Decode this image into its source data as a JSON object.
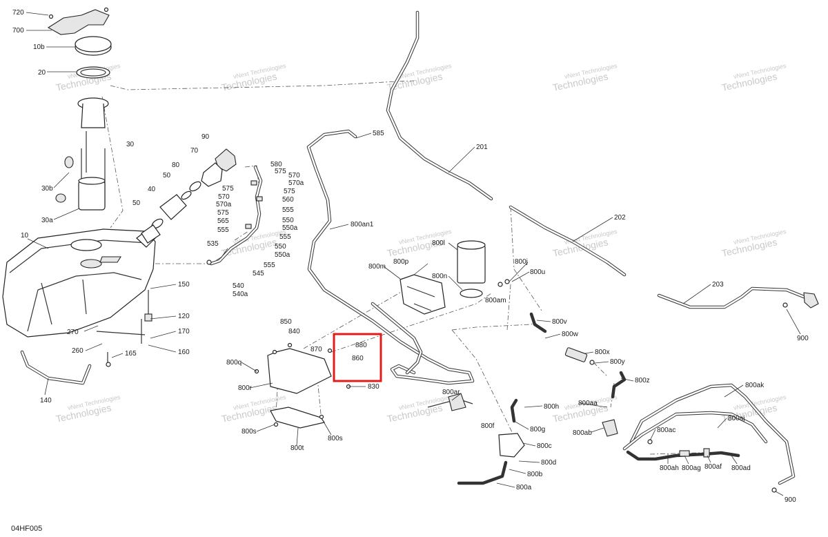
{
  "diagram_code": "04HF005",
  "highlight_color": "#e01b1b",
  "watermark": {
    "line1": "vNext",
    "line2": "Technologies",
    "line3": "vNext Technologies"
  },
  "callouts": {
    "c720": "720",
    "c700": "700",
    "c10b": "10b",
    "c20": "20",
    "c30": "30",
    "c30b": "30b",
    "c30a": "30a",
    "c10": "10",
    "c90": "90",
    "c70": "70",
    "c80": "80",
    "c50a": "50",
    "c40": "40",
    "c50b": "50",
    "c580": "580",
    "c575a": "575",
    "c570a": "570",
    "c570ab": "570a",
    "c575b": "575",
    "c575c": "575",
    "c570b": "570",
    "c570bb": "570a",
    "c560": "560",
    "c555a": "555",
    "c575d": "575",
    "c550": "550",
    "c565": "565",
    "c550a": "550a",
    "c555b": "555",
    "c555c": "555",
    "c535": "535",
    "c550b": "550",
    "c550ab": "550a",
    "c555d": "555",
    "c545": "545",
    "c540": "540",
    "c540a": "540a",
    "c585": "585",
    "c800an1": "800an1",
    "c201": "201",
    "c202": "202",
    "c203": "203",
    "c900a": "900",
    "c150": "150",
    "c120": "120",
    "c270": "270",
    "c170": "170",
    "c260": "260",
    "c165": "165",
    "c160": "160",
    "c140": "140",
    "c850": "850",
    "c840": "840",
    "c870": "870",
    "c880": "880",
    "c860": "860",
    "c800q": "800q",
    "c800r": "800r",
    "c830": "830",
    "c800s": "800s",
    "c800s2": "800s",
    "c800t": "800t",
    "c800m": "800m",
    "c800p": "800p",
    "c800l": "800l",
    "c800n": "800n",
    "c800am": "800am",
    "c800j": "800j",
    "c800u": "800u",
    "c800v": "800v",
    "c800w": "800w",
    "c800x": "800x",
    "c800y": "800y",
    "c800z": "800z",
    "c800ar": "800ar",
    "c800h": "800h",
    "c800aa": "800aa",
    "c800f": "800f",
    "c800g": "800g",
    "c800c": "800c",
    "c800ab": "800ab",
    "c800d": "800d",
    "c800b": "800b",
    "c800a": "800a",
    "c800ak": "800ak",
    "c800aj": "800aj",
    "c800ac": "800ac",
    "c800ah": "800ah",
    "c800ag": "800ag",
    "c800af": "800af",
    "c800ad": "800ad",
    "c900b": "900"
  }
}
